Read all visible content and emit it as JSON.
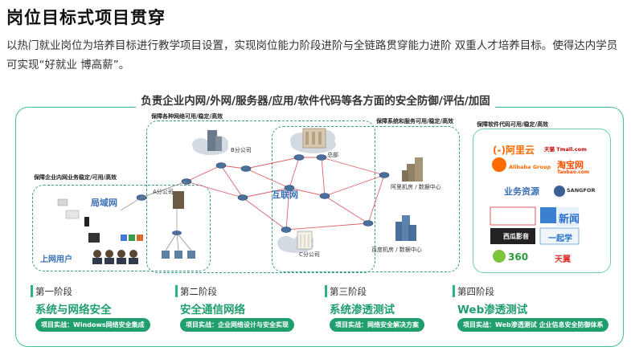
{
  "title": "岗位目标式项目贯穿",
  "description": "以热门就业岗位为培养目标进行教学项目设置，实现岗位能力阶段进阶与全链路贯穿能力进阶 双重人才培养目标。使得达内学员可实现“好就业 博高薪”。",
  "panel": {
    "title": "负责企业内网/外网/服务器/应用/软件代码等各方面的安全防御/评估/加固",
    "zones": {
      "intranet": "保障企业内网业务稳定/可用/高效",
      "network": "保障各种网络可用/稳定/高效",
      "system": "保障系统和服务可用/稳定/高效",
      "software": "保障软件代码可用/稳定/高效"
    },
    "labels": {
      "lan": "局域网",
      "internet_users": "上网用户",
      "internet": "互联网",
      "branch_a": "A分公司",
      "branch_b": "B分公司",
      "branch_c": "C分公司",
      "hq": "总部",
      "aliyun_dc": "阿里机房 / 数据中心",
      "baidu_dc": "百度机房 / 数据中心"
    },
    "logos": {
      "aliyun": "(-)阿里云",
      "tianmao": "天猫 Tmall.com",
      "alibaba": "Alibaba Group",
      "taobao": "淘宝网",
      "taobao_sub": "Taobao.com",
      "business": "业务资源",
      "sangfor": "SANGFOR",
      "news": "新闻",
      "xigua": "西瓜影音",
      "yiqi": "一起学",
      "q360": "360",
      "tianyi": "天翼"
    }
  },
  "stages": [
    {
      "num": "第一阶段",
      "name": "系统与网络安全",
      "project": "项目实战：Windows网络安全集成"
    },
    {
      "num": "第二阶段",
      "name": "安全通信网络",
      "project": "项目实战：企业网络设计与安全实现"
    },
    {
      "num": "第三阶段",
      "name": "系统渗透测试",
      "project": "项目实战：网络安全解决方案"
    },
    {
      "num": "第四阶段",
      "name": "Web渗透测试",
      "project": "项目实战：Web渗透测试 企业信息安全防御体系"
    }
  ],
  "colors": {
    "accent": "#1f9e6e",
    "border": "#3fbf9a",
    "link": "#e0606a",
    "router": "#4a6f9a"
  }
}
